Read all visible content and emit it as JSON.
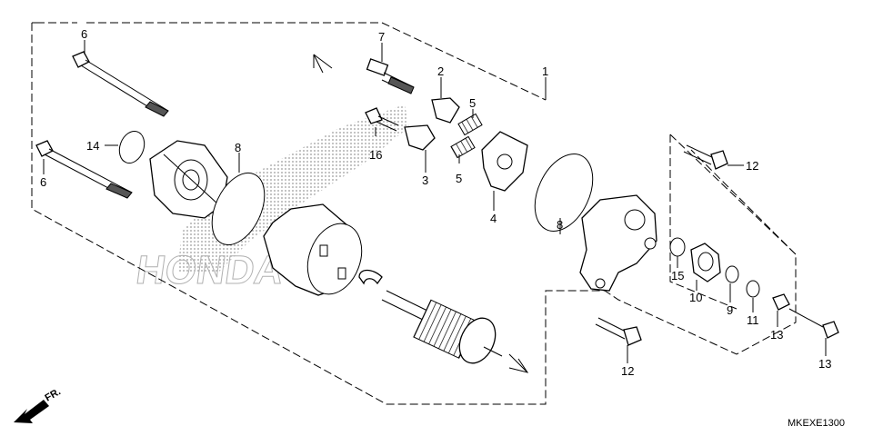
{
  "diagram": {
    "callouts": {
      "c1": "1",
      "c2": "2",
      "c3": "3",
      "c4": "4",
      "c5a": "5",
      "c5b": "5",
      "c6a": "6",
      "c6b": "6",
      "c7": "7",
      "c8a": "8",
      "c8b": "8",
      "c9": "9",
      "c10": "10",
      "c11": "11",
      "c12a": "12",
      "c12b": "12",
      "c13a": "13",
      "c13b": "13",
      "c14": "14",
      "c15": "15",
      "c16": "16"
    },
    "direction_label": "FR.",
    "diagram_code": "MKEXE1300",
    "watermark_text": "HONDA"
  },
  "colors": {
    "line": "#000000",
    "watermark": "#b0b0b0",
    "background": "#ffffff"
  }
}
